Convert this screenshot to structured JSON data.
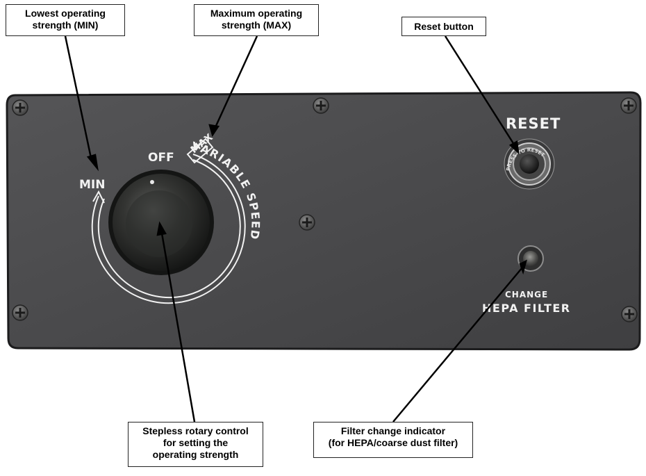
{
  "callouts": {
    "min": [
      "Lowest operating",
      "strength (MIN)"
    ],
    "max": [
      "Maximum operating",
      "strength (MAX)"
    ],
    "reset": [
      "Reset button"
    ],
    "knob": [
      "Stepless rotary control",
      "for setting the",
      "operating strength"
    ],
    "filter": [
      "Filter change indicator",
      "(for HEPA/coarse dust filter)"
    ]
  },
  "panel": {
    "min_label": "MIN",
    "off_label": "OFF",
    "max_label": "MAX",
    "variable_speed_label": "VARIABLE SPEED",
    "reset_label": "RESET",
    "reset_ring_text": "PRESS TO RESET",
    "change_label": "CHANGE",
    "hepa_label": "HEPA FILTER"
  },
  "colors": {
    "panel": "#4a4a4c",
    "panel_edge": "#1c1c1d",
    "legend_white": "#f2f2f2",
    "knob": "#2f302f",
    "callout_border": "#222222"
  },
  "icons": [
    "screw-icon",
    "arrow-icon"
  ]
}
